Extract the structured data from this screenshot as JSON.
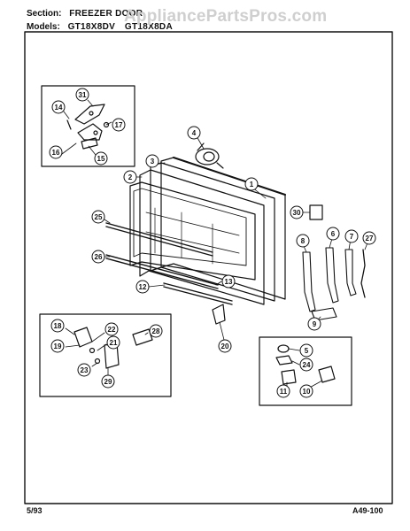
{
  "watermark": "AppliancePartsPros.com",
  "header": {
    "section_label": "Section:",
    "section_value": "FREEZER DOOR",
    "models_label": "Models:",
    "models": [
      "GT18X8DV",
      "GT18X8DA"
    ]
  },
  "footer": {
    "date": "5/93",
    "page_code": "A49-100"
  },
  "callouts": [
    "1",
    "2",
    "3",
    "4",
    "5",
    "6",
    "7",
    "8",
    "9",
    "10",
    "11",
    "12",
    "13",
    "14",
    "15",
    "16",
    "17",
    "18",
    "19",
    "20",
    "21",
    "22",
    "23",
    "24",
    "25",
    "26",
    "27",
    "28",
    "29",
    "30",
    "31"
  ]
}
